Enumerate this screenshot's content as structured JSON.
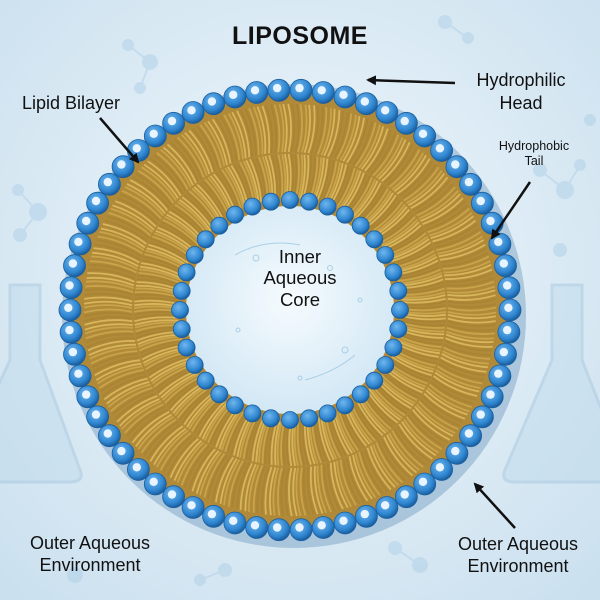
{
  "title": "LIPOSOME",
  "labels": {
    "lipid_bilayer": "Lipid Bilayer",
    "hydrophilic_head": [
      "Hydrophilic",
      "Head"
    ],
    "hydrophobic_tail": [
      "Hydrophobic",
      "Tail"
    ],
    "inner_core": [
      "Inner",
      "Aqueous",
      "Core"
    ],
    "outer_left": [
      "Outer Aqueous",
      "Environment"
    ],
    "outer_right": [
      "Outer Aqueous",
      "Environment"
    ]
  },
  "colors": {
    "background": "#dcebf5",
    "head": "#2f86d0",
    "head_highlight": "#e8f4ff",
    "tail": "#c9a44a",
    "core": "#e9f5fc",
    "arrow": "#111111"
  }
}
